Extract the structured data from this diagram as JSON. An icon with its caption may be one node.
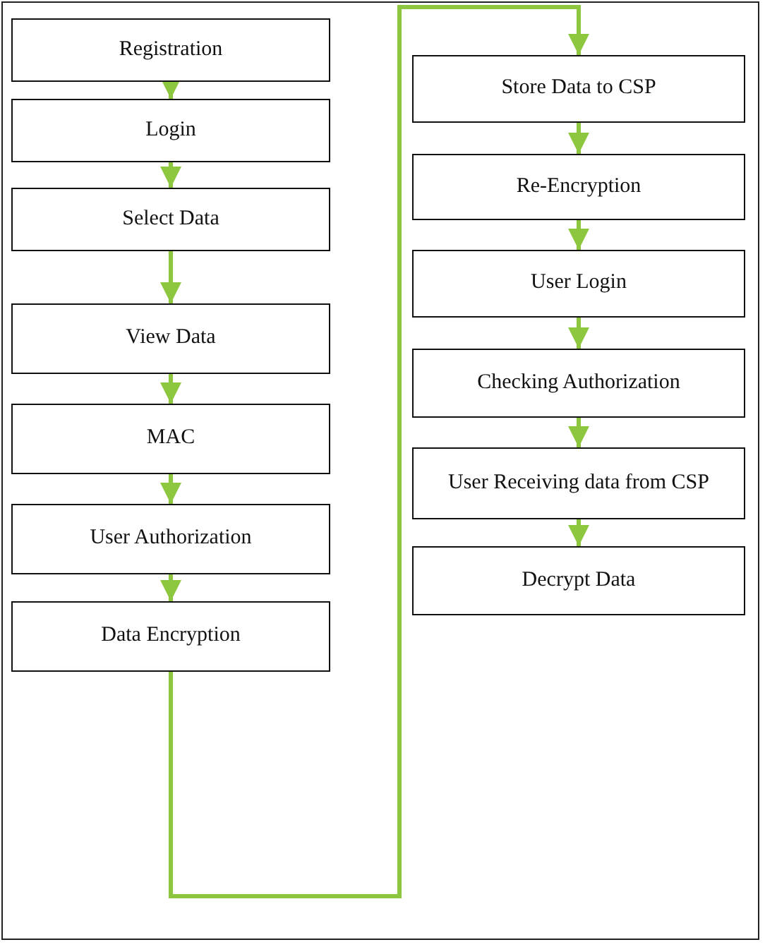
{
  "diagram": {
    "nodes": [
      {
        "text": [
          "Registration"
        ]
      },
      {
        "text": [
          "Login"
        ]
      },
      {
        "text": [
          "Select Data"
        ]
      },
      {
        "text": [
          "View Data"
        ]
      },
      {
        "text": [
          "MAC"
        ]
      },
      {
        "text": [
          "User Authorization"
        ]
      },
      {
        "text": [
          "Data Encryption"
        ]
      },
      {
        "text": [
          "Store Data to CSP"
        ]
      },
      {
        "text": [
          "Re-Encryption"
        ]
      },
      {
        "text": [
          "User Login"
        ]
      },
      {
        "text": [
          "Checking Authorization"
        ]
      },
      {
        "text": [
          "User Receiving data from CSP"
        ]
      },
      {
        "text": [
          "Decrypt Data"
        ]
      }
    ],
    "edges": [
      {
        "from": 0,
        "to": 1,
        "arrow": "to"
      },
      {
        "from": 1,
        "to": 2,
        "arrow": "to"
      },
      {
        "from": 2,
        "to": 3,
        "arrow": "to"
      },
      {
        "from": 3,
        "to": 4,
        "arrow": "to"
      },
      {
        "from": 4,
        "to": 5,
        "arrow": "to"
      },
      {
        "from": 5,
        "to": 6,
        "arrow": "to"
      },
      {
        "from": 6,
        "to": 7,
        "arrow": "to"
      },
      {
        "from": 7,
        "to": 8,
        "arrow": "to"
      },
      {
        "from": 8,
        "to": 9,
        "arrow": "to"
      },
      {
        "from": 9,
        "to": 10,
        "arrow": "to"
      },
      {
        "from": 10,
        "to": 11,
        "arrow": "to"
      },
      {
        "from": 11,
        "to": 12,
        "arrow": "to"
      }
    ]
  }
}
